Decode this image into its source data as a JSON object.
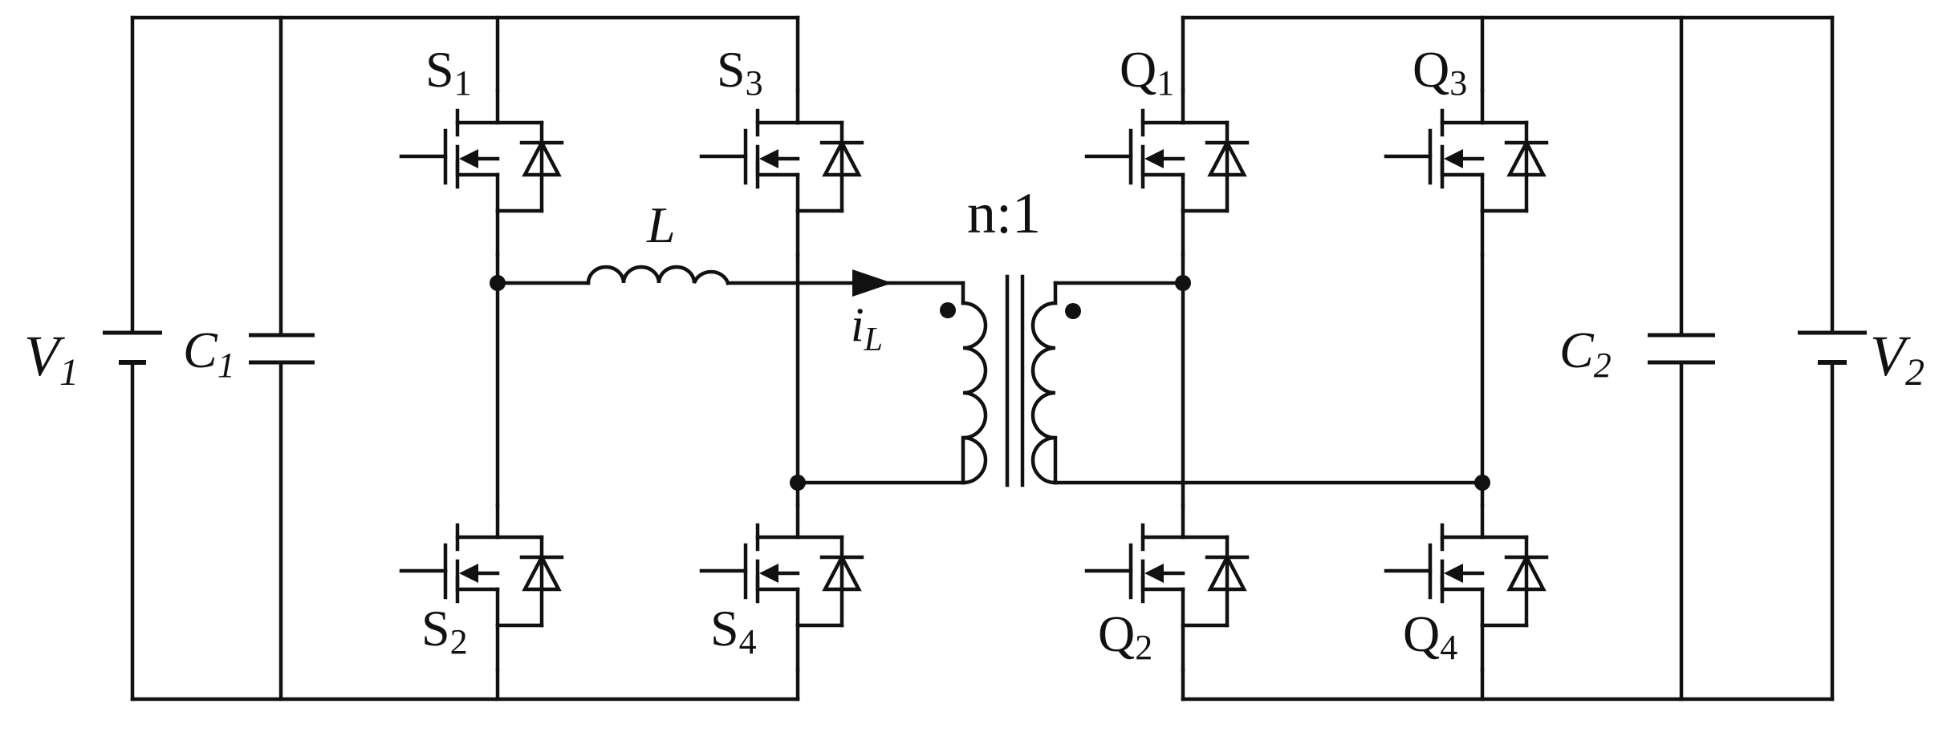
{
  "diagram": {
    "left_source": {
      "name": "V",
      "sub": "1"
    },
    "left_cap": {
      "name": "C",
      "sub": "1"
    },
    "right_cap": {
      "name": "C",
      "sub": "2"
    },
    "right_source": {
      "name": "V",
      "sub": "2"
    },
    "inductor": {
      "name": "L"
    },
    "current": {
      "name": "i",
      "sub": "L"
    },
    "transformer": {
      "ratio": "n:1"
    },
    "switches": {
      "s1": {
        "name": "S",
        "sub": "1"
      },
      "s2": {
        "name": "S",
        "sub": "2"
      },
      "s3": {
        "name": "S",
        "sub": "3"
      },
      "s4": {
        "name": "S",
        "sub": "4"
      },
      "q1": {
        "name": "Q",
        "sub": "1"
      },
      "q2": {
        "name": "Q",
        "sub": "2"
      },
      "q3": {
        "name": "Q",
        "sub": "3"
      },
      "q4": {
        "name": "Q",
        "sub": "4"
      }
    },
    "colors": {
      "line": "#111111",
      "background": "#ffffff"
    }
  }
}
